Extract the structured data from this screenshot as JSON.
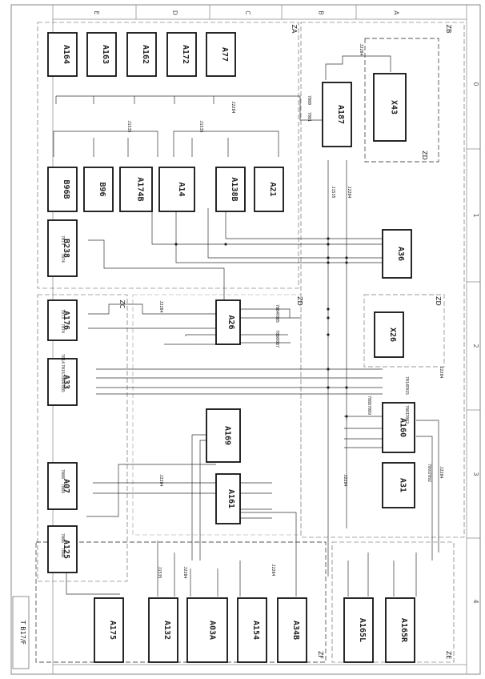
{
  "sheet": {
    "title_block_label": "T B17/F",
    "columns": [
      "E",
      "D",
      "C",
      "B",
      "A"
    ],
    "rows": [
      "0",
      "1",
      "2",
      "3",
      "4"
    ]
  },
  "zones": [
    {
      "id": "zone-2a",
      "label": "ZA"
    },
    {
      "id": "zone-2b",
      "label": "ZB"
    },
    {
      "id": "zone-2c",
      "label": "ZC"
    },
    {
      "id": "zone-2d",
      "label": "ZD"
    },
    {
      "id": "zone-2e",
      "label": "ZE"
    },
    {
      "id": "zone-2f",
      "label": "ZF"
    },
    {
      "id": "zone-2g",
      "label": "ZD"
    },
    {
      "id": "zone-2h",
      "label": "ZD"
    }
  ],
  "components": [
    {
      "id": "a164",
      "label": "A164"
    },
    {
      "id": "a163",
      "label": "A163"
    },
    {
      "id": "a162",
      "label": "A162"
    },
    {
      "id": "a172",
      "label": "A172"
    },
    {
      "id": "a77",
      "label": "A77"
    },
    {
      "id": "a187",
      "label": "A187"
    },
    {
      "id": "x43",
      "label": "X43"
    },
    {
      "id": "b96b",
      "label": "B96B"
    },
    {
      "id": "b96",
      "label": "B96"
    },
    {
      "id": "a174b",
      "label": "A174B"
    },
    {
      "id": "a14",
      "label": "A14"
    },
    {
      "id": "a138b",
      "label": "A138B"
    },
    {
      "id": "a21",
      "label": "A21"
    },
    {
      "id": "b238",
      "label": "B238"
    },
    {
      "id": "a36",
      "label": "A36"
    },
    {
      "id": "a176",
      "label": "A176"
    },
    {
      "id": "a26",
      "label": "A26"
    },
    {
      "id": "x26",
      "label": "X26"
    },
    {
      "id": "a33",
      "label": "A33"
    },
    {
      "id": "a169",
      "label": "A169"
    },
    {
      "id": "a160",
      "label": "A160"
    },
    {
      "id": "a07",
      "label": "A07"
    },
    {
      "id": "a161",
      "label": "A161"
    },
    {
      "id": "a31",
      "label": "A31"
    },
    {
      "id": "a125",
      "label": "A125"
    },
    {
      "id": "a175",
      "label": "A175"
    },
    {
      "id": "a132",
      "label": "A132"
    },
    {
      "id": "a03a",
      "label": "A03A"
    },
    {
      "id": "a154",
      "label": "A154"
    },
    {
      "id": "a34b",
      "label": "A34B"
    },
    {
      "id": "a165l",
      "label": "A165L"
    },
    {
      "id": "a165r",
      "label": "A165R"
    }
  ],
  "wire_labels": [
    {
      "id": "w1",
      "text": "J2284"
    },
    {
      "id": "w2",
      "text": "J2284"
    },
    {
      "id": "w3",
      "text": "J1535"
    },
    {
      "id": "w4",
      "text": "J1535"
    },
    {
      "id": "w5",
      "text": "7080"
    },
    {
      "id": "w6",
      "text": "7081"
    },
    {
      "id": "w7",
      "text": "J1535"
    },
    {
      "id": "w8",
      "text": "J2284"
    },
    {
      "id": "w9",
      "text": "7073"
    },
    {
      "id": "w10",
      "text": "7074"
    },
    {
      "id": "w11",
      "text": "J2284"
    },
    {
      "id": "w12",
      "text": "7084"
    },
    {
      "id": "w13",
      "text": "7085"
    },
    {
      "id": "w14",
      "text": "7086"
    },
    {
      "id": "w15",
      "text": "7087"
    },
    {
      "id": "w16",
      "text": "7073"
    },
    {
      "id": "w17",
      "text": "7074"
    },
    {
      "id": "w18",
      "text": "7014"
    },
    {
      "id": "w19",
      "text": "7015"
    },
    {
      "id": "w20",
      "text": "J2284"
    },
    {
      "id": "w21",
      "text": "7014"
    },
    {
      "id": "w22",
      "text": "7015"
    },
    {
      "id": "w23",
      "text": "7084"
    },
    {
      "id": "w24",
      "text": "7085"
    },
    {
      "id": "w25",
      "text": "7088"
    },
    {
      "id": "w26",
      "text": "7089"
    },
    {
      "id": "w27",
      "text": "7081"
    },
    {
      "id": "w28",
      "text": "7082"
    },
    {
      "id": "w29",
      "text": "J2284"
    },
    {
      "id": "w30",
      "text": "J2284"
    },
    {
      "id": "w31",
      "text": "7088"
    },
    {
      "id": "w32",
      "text": "7089"
    },
    {
      "id": "w33",
      "text": "7091"
    },
    {
      "id": "w34",
      "text": "7092"
    },
    {
      "id": "w35",
      "text": "7086"
    },
    {
      "id": "w36",
      "text": "7088"
    },
    {
      "id": "w37",
      "text": "J1535"
    },
    {
      "id": "w38",
      "text": "J2284"
    },
    {
      "id": "w39",
      "text": "J2284"
    },
    {
      "id": "w40",
      "text": "J2284"
    }
  ]
}
